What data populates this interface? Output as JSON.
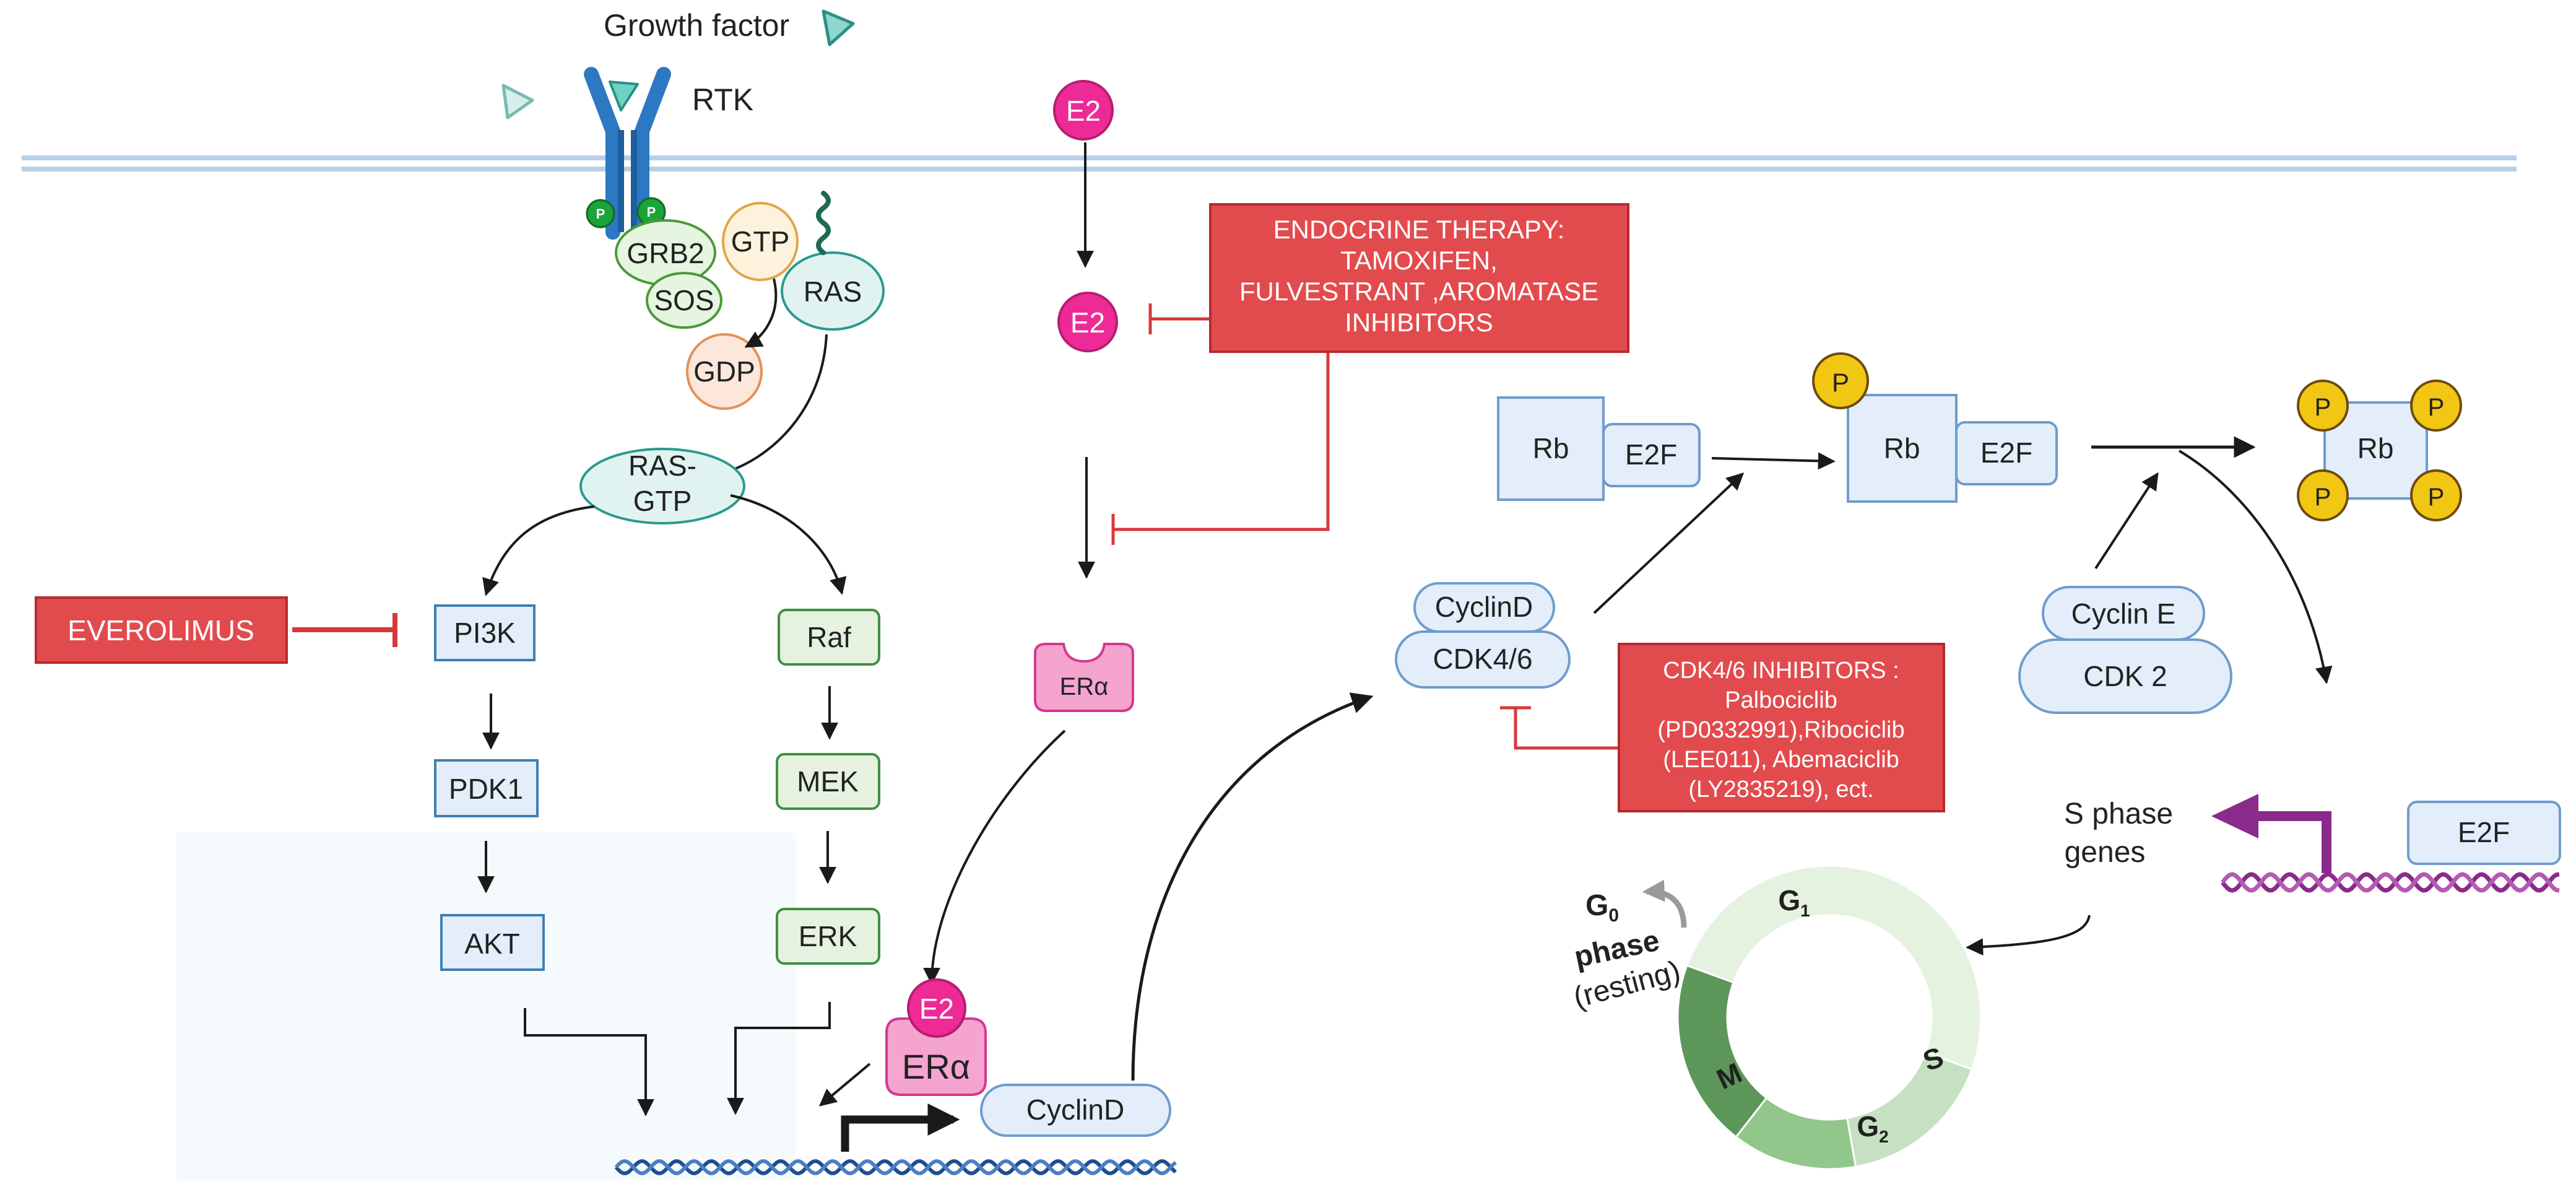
{
  "labels": {
    "growth_factor": "Growth factor",
    "rtk": "RTK",
    "p": "P",
    "grb2": "GRB2",
    "sos": "SOS",
    "gtp": "GTP",
    "ras": "RAS",
    "gdp": "GDP",
    "ras_gtp_line1": "RAS-",
    "ras_gtp_line2": "GTP",
    "pi3k": "PI3K",
    "pdk1": "PDK1",
    "akt": "AKT",
    "raf": "Raf",
    "mek": "MEK",
    "erk": "ERK",
    "e2": "E2",
    "er_alpha_receptor": "ERα",
    "er_alpha_complex": "ERα",
    "cyclin_d_gene": "CyclinD",
    "cyclin_d": "CyclinD",
    "cdk46": "CDK4/6",
    "rb": "Rb",
    "e2f": "E2F",
    "cyclin_e": "Cyclin E",
    "cdk2": "CDK 2",
    "s_phase_line1": "S phase",
    "s_phase_line2": "genes",
    "g0_main": "G",
    "g0_sub": "0",
    "g0_phase": "phase",
    "g0_resting": "(resting)",
    "g1_main": "G",
    "g1_sub": "1",
    "s": "S",
    "g2_main": "G",
    "g2_sub": "2",
    "m": "M"
  },
  "drugs": {
    "everolimus": "EVEROLIMUS",
    "endocrine": [
      "ENDOCRINE THERAPY:",
      "TAMOXIFEN,",
      "FULVESTRANT ,AROMATASE",
      "INHIBITORS"
    ],
    "cdk46_inhibitors": [
      "CDK4/6 INHIBITORS :",
      "Palbociclib",
      "(PD0332991),Ribociclib",
      "(LEE011), Abemaciclib",
      "(LY2835219), ect."
    ]
  },
  "colors": {
    "membrane": "#b9cfe6",
    "drug_fill": "#e24b4e",
    "drug_border": "#b52a2e",
    "inhibit": "#d8383b",
    "blue_fill": "#e3eefa",
    "blue_stroke": "#3f7fb3",
    "green_fill": "#e4f2df",
    "green_stroke": "#3f8f3f",
    "e2_fill": "#ee2a96",
    "er_fill": "#f5a4cf",
    "phospho": "#f2c714",
    "dna_blue": "#1d4f8f",
    "dna_purple": "#8a2a8a"
  }
}
